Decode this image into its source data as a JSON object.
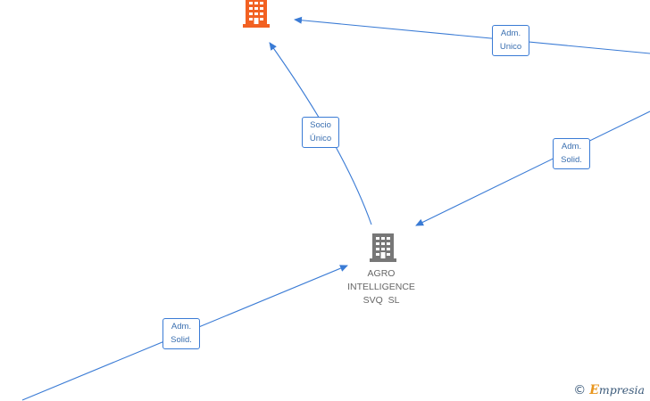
{
  "colors": {
    "edge": "#3a7bd5",
    "company_main": "#777777",
    "company_related": "#f26122"
  },
  "nodes": {
    "main": {
      "label_lines": [
        "AGRO",
        "INTELLIGENCE",
        "SVQ  SL"
      ],
      "icon": "building-icon"
    },
    "related_company": {
      "icon": "building-icon"
    }
  },
  "edges": [
    {
      "label_lines": [
        "Adm.",
        "Unico"
      ]
    },
    {
      "label_lines": [
        "Socio",
        "Único"
      ]
    },
    {
      "label_lines": [
        "Adm.",
        "Solid."
      ]
    },
    {
      "label_lines": [
        "Adm.",
        "Solid."
      ]
    }
  ],
  "watermark": {
    "copyright": "©",
    "brand_initial": "E",
    "brand_rest": "mpresia"
  }
}
